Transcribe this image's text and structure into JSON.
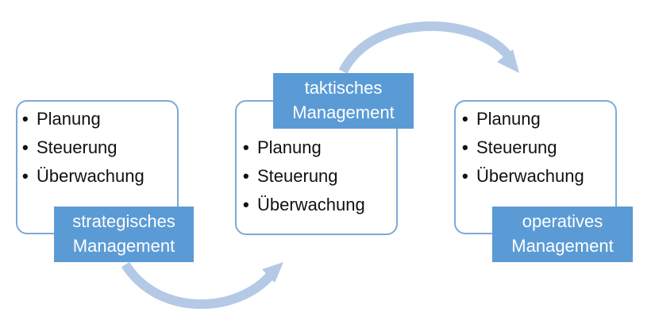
{
  "bullet_glyph": "•",
  "stages": [
    {
      "title_lines": [
        "strategisches",
        "Management"
      ],
      "items": [
        "Planung",
        "Steuerung",
        "Überwachung"
      ]
    },
    {
      "title_lines": [
        "taktisches",
        "Management"
      ],
      "items": [
        "Planung",
        "Steuerung",
        "Überwachung"
      ]
    },
    {
      "title_lines": [
        "operatives",
        "Management"
      ],
      "items": [
        "Planung",
        "Steuerung",
        "Überwachung"
      ]
    }
  ],
  "colors": {
    "box_border": "#7fa9d6",
    "label_fill": "#5b9bd5",
    "label_text": "#ffffff",
    "arrow": "#b4c9e6",
    "text": "#111111"
  }
}
